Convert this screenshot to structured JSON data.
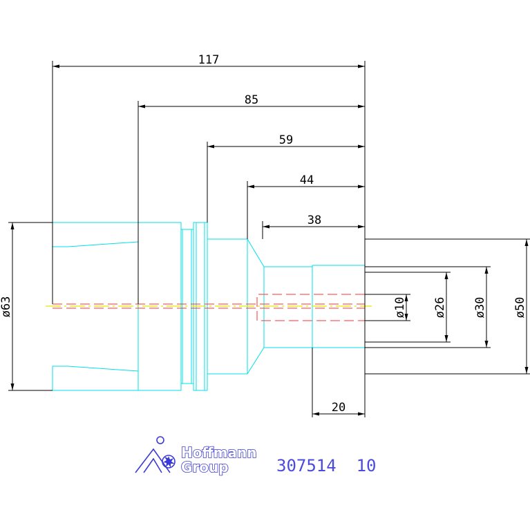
{
  "dimensions": {
    "d117": "117",
    "d85": "85",
    "d59": "59",
    "d44": "44",
    "d38": "38",
    "d20": "20",
    "dia63": "ø63",
    "dia10": "ø10",
    "dia26": "ø26",
    "dia30": "ø30",
    "dia50": "ø50"
  },
  "logo": {
    "line1": "Hoffmann",
    "line2": "Group"
  },
  "part_number": "307514  10",
  "colors": {
    "outline": "#00e0e8",
    "dimension": "#000000",
    "hidden": "#ff3030",
    "centerline": "#e8e800",
    "brand": "#3a3ad8"
  },
  "icons": {
    "logo_mark": "hoffmann-logo-mark-icon"
  }
}
